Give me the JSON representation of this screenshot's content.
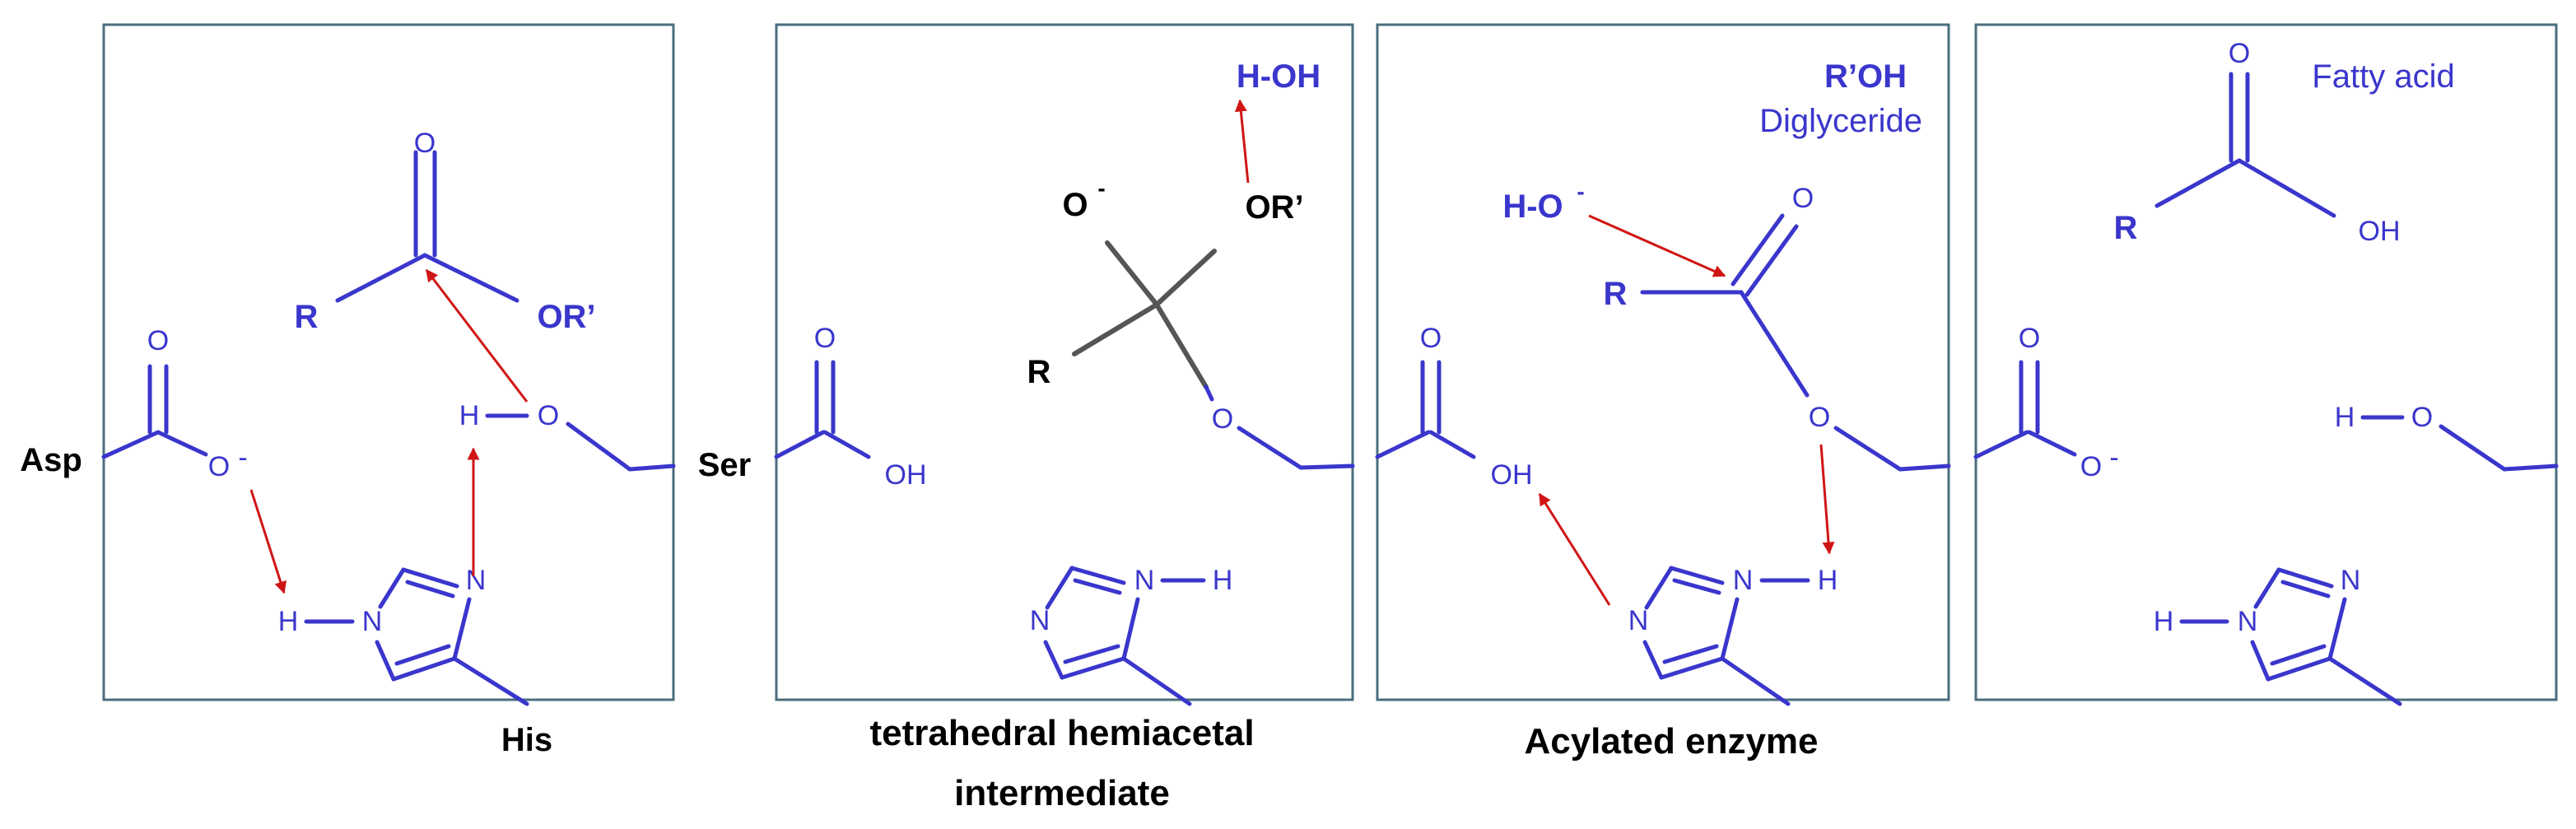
{
  "residues": {
    "asp": "Asp",
    "ser": "Ser",
    "his": "His"
  },
  "captions": {
    "panel2_line1": "tetrahedral hemiacetal",
    "panel2_line2": "intermediate",
    "panel3": "Acylated enzyme"
  },
  "labels": {
    "o": "O",
    "oh": "OH",
    "h": "H",
    "n": "N",
    "r": "R",
    "or_prime": "OR’",
    "o_minus": "O",
    "minus": "-",
    "h_oh": "H-OH",
    "ho_minus": "H-O",
    "r_oh": "R’OH",
    "diglyceride": "Diglyceride",
    "fatty_acid": "Fatty acid"
  },
  "colors": {
    "molecule": "#3a36cc",
    "arrow": "#d01515",
    "frame": "#4a6e7e",
    "intermediate_bonds": "#555555"
  }
}
